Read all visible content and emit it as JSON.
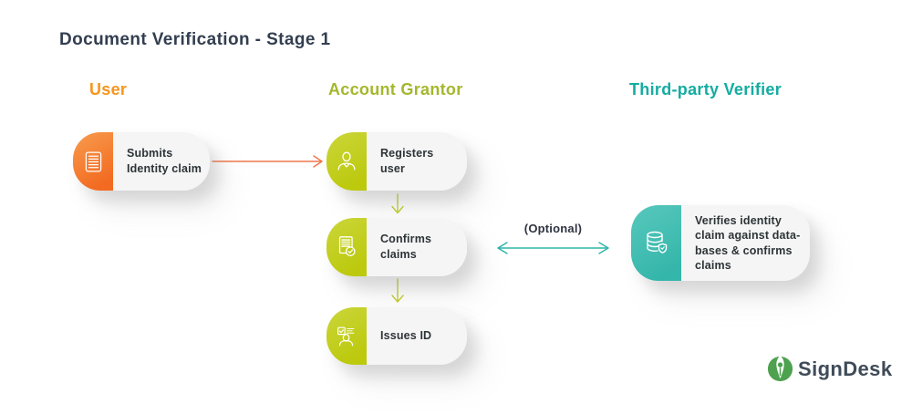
{
  "title": "Document Verification - Stage 1",
  "columns": {
    "user": "User",
    "account_grantor": "Account Grantor",
    "third_party": "Third-party Verifier"
  },
  "cards": {
    "submits": "Submits\nIdentity claim",
    "registers": "Registers user",
    "confirms": "Confirms claims",
    "issues": "Issues ID",
    "verifies": "Verifies identity\nclaim against data-\nbases & confirms\nclaims"
  },
  "optional_label": "(Optional)",
  "logo_text": "SignDesk",
  "colors": {
    "orange": "#F7941D",
    "orange-grad-1": "#F89C4E",
    "orange-grad-2": "#F26B21",
    "green": "#A4B72C",
    "green-grad-1": "#CBD63A",
    "green-grad-2": "#BCC90D",
    "teal": "#14ACA1",
    "teal-grad-1": "#58C8BD",
    "teal-grad-2": "#35B6AA",
    "arrow-orange": "#F0764B",
    "arrow-green": "#C2CE2E",
    "arrow-teal": "#2CB5AA",
    "ink": "#333E50",
    "text": "#2D3436",
    "logo-green": "#4DA14F",
    "logo-ink": "#3F4B58"
  }
}
